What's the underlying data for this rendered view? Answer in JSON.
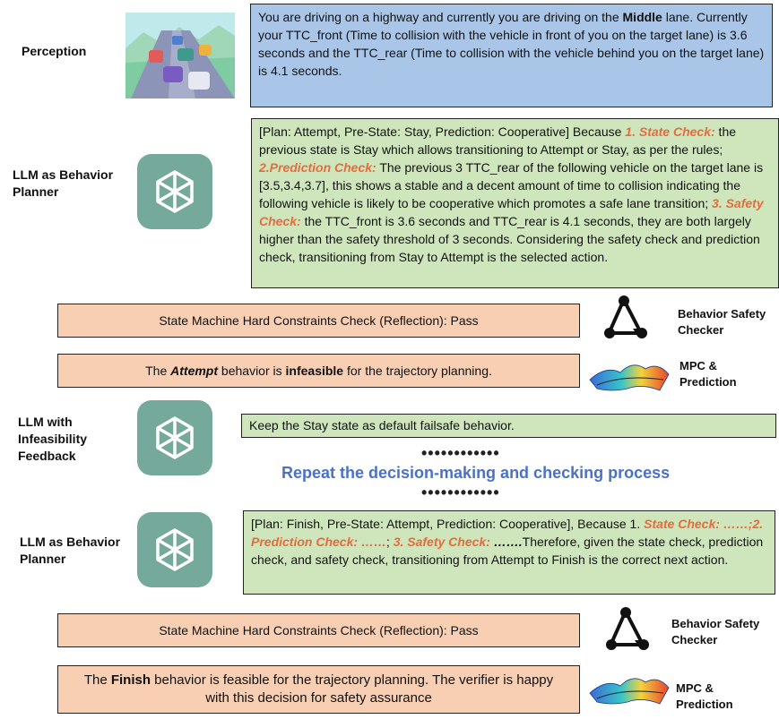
{
  "row1": {
    "label": "Perception",
    "text": [
      {
        "t": "You are driving on a highway and currently you are driving on the "
      },
      {
        "t": "Middle",
        "s": "b"
      },
      {
        "t": " lane. Currently your TTC_front (Time to collision with the vehicle in front of  you on the target lane) is 3.6 seconds and the TTC_rear (Time to collision with the vehicle behind you on the target lane) is 4.1 seconds."
      }
    ]
  },
  "row2": {
    "label": "LLM as Behavior Planner",
    "text": [
      {
        "t": "[Plan: Attempt, Pre-State: Stay,  Prediction: Cooperative] Because "
      },
      {
        "t": "1. State Check:",
        "s": "o"
      },
      {
        "t": " the previous state is Stay which allows transitioning to Attempt or Stay, as per the rules; "
      },
      {
        "t": "2.Prediction Check:",
        "s": "o"
      },
      {
        "t": " The previous 3 TTC_rear of the following vehicle on the target lane is [3.5,3.4,3.7], this shows a stable and a decent amount of time to collision indicating the following vehicle is likely to be cooperative which promotes a safe lane transition; "
      },
      {
        "t": "3. Safety Check:",
        "s": "o"
      },
      {
        "t": " the TTC_front is 3.6 seconds and TTC_rear is 4.1 seconds, they are both largely higher than the safety threshold of 3 seconds. Considering the safety check and prediction check, transitioning from Stay to Attempt is the selected action."
      }
    ]
  },
  "check1": {
    "text": [
      {
        "t": "State Machine Hard Constraints Check (Reflection):  Pass"
      }
    ],
    "side_label": "Behavior Safety Checker"
  },
  "mpc1": {
    "text": [
      {
        "t": "The "
      },
      {
        "t": "Attempt",
        "s": "bi"
      },
      {
        "t": " behavior is "
      },
      {
        "t": "infeasible",
        "s": "b"
      },
      {
        "t": " for the trajectory planning."
      }
    ],
    "side_label": "MPC & Prediction"
  },
  "row3": {
    "label": "LLM with Infeasibility Feedback",
    "text": [
      {
        "t": "Keep the Stay state as default failsafe behavior."
      }
    ]
  },
  "repeat": {
    "dots": "••••••••••••",
    "text": "Repeat the decision-making and checking process"
  },
  "row4": {
    "label": "LLM as Behavior Planner",
    "text": [
      {
        "t": "[Plan: Finish, Pre-State: Attempt, Prediction: Cooperative], Because 1. "
      },
      {
        "t": "State Check: ……;",
        "s": "o"
      },
      {
        "t": "2. Prediction Check: ……",
        "s": "o"
      },
      {
        "t": "; "
      },
      {
        "t": "3. Safety Check:",
        "s": "o"
      },
      {
        "t": " …….",
        "s": "bi"
      },
      {
        "t": "Therefore, given the state check, prediction check, and safety check, transitioning from Attempt to Finish is the correct next action."
      }
    ]
  },
  "check2": {
    "text": [
      {
        "t": "State Machine Hard Constraints Check (Reflection):  Pass"
      }
    ],
    "side_label": "Behavior Safety Checker"
  },
  "mpc2": {
    "text": [
      {
        "t": "The "
      },
      {
        "t": "Finish",
        "s": "b"
      },
      {
        "t": " behavior is feasible for the trajectory planning. The verifier is happy with this decision for safety assurance"
      }
    ],
    "side_label": "MPC & Prediction"
  },
  "colors": {
    "blue_box": "#a9c6e8",
    "green_box": "#cfe6bd",
    "orange_box": "#f8cfb3",
    "highlight": "#e46c3c",
    "repeat_text": "#4a72c4",
    "gpt_tile": "#75a99b"
  },
  "icons": [
    "highway-illustration",
    "chatgpt-logo-icon",
    "cycle-graph-icon",
    "mpc-surface-icon"
  ]
}
